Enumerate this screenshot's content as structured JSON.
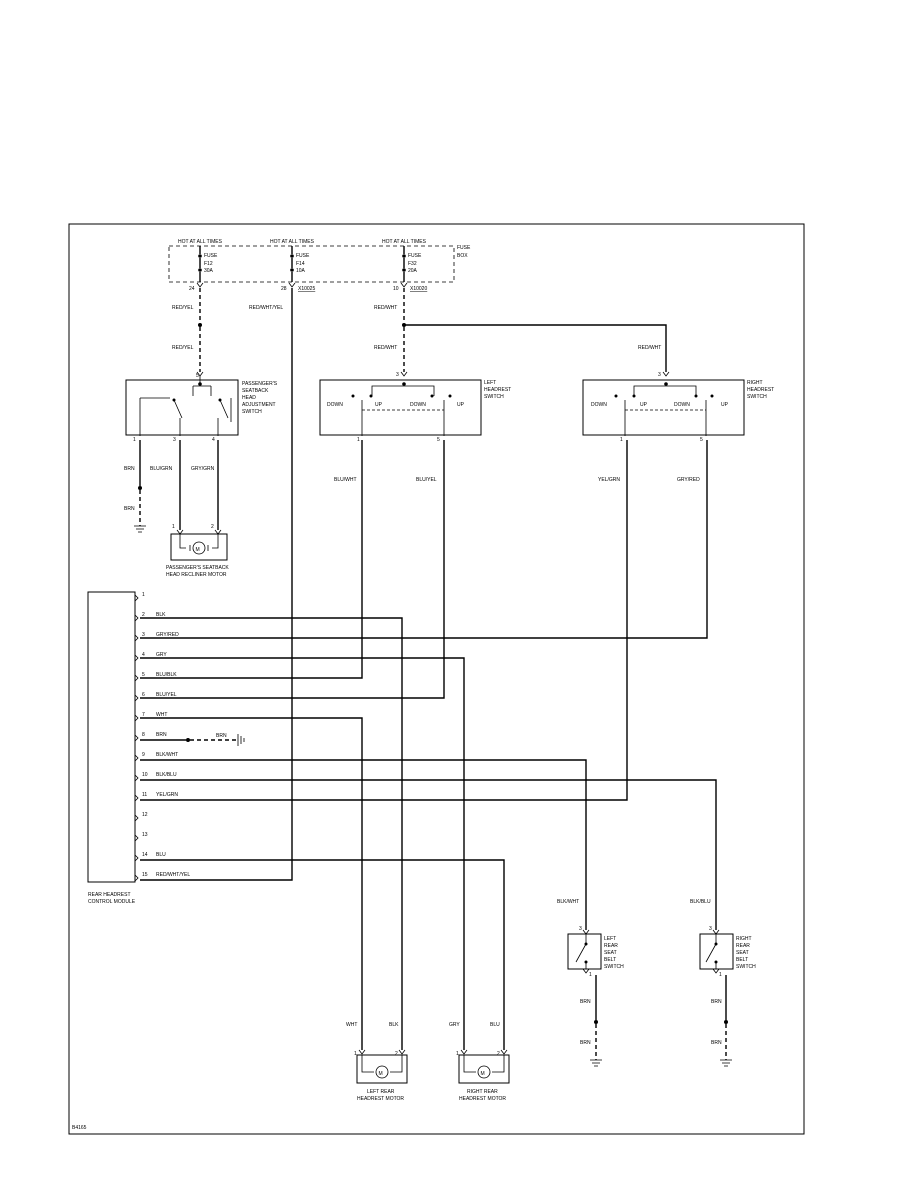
{
  "fuse_box": {
    "label_line1": "FUSE",
    "label_line2": "BOX",
    "hot_labels": [
      "HOT AT ALL TIMES",
      "HOT AT ALL TIMES",
      "HOT AT ALL TIMES"
    ],
    "fuses": [
      {
        "l1": "FUSE",
        "l2": "F12",
        "l3": "30A",
        "pin": "24",
        "conn": ""
      },
      {
        "l1": "FUSE",
        "l2": "F14",
        "l3": "10A",
        "pin": "28",
        "conn": "X10025"
      },
      {
        "l1": "FUSE",
        "l2": "F32",
        "l3": "20A",
        "pin": "10",
        "conn": "X10020"
      }
    ]
  },
  "wires": {
    "red_yel": "RED/YEL",
    "red_wht_yel": "RED/WHT/YEL",
    "red_wht": "RED/WHT",
    "brn": "BRN",
    "blu_grn": "BLU/GRN",
    "gry_grn": "GRY/GRN",
    "blu_wht": "BLU/WHT",
    "blu_yel": "BLU/YEL",
    "yel_grn": "YEL/GRN",
    "gry_red": "GRY/RED",
    "blk_wht": "BLK/WHT",
    "blk_blu": "BLK/BLU",
    "wht": "WHT",
    "blk": "BLK",
    "gry": "GRY",
    "blu": "BLU"
  },
  "passenger_switch": {
    "name": [
      "PASSENGER'S",
      "SEATBACK",
      "HEAD",
      "ADJUSTMENT",
      "SWITCH"
    ],
    "pin_top": "5",
    "pins": [
      "1",
      "3",
      "4"
    ]
  },
  "left_switch": {
    "name": [
      "LEFT",
      "HEADREST",
      "SWITCH"
    ],
    "pin_top": "3",
    "pins": [
      "1",
      "5"
    ],
    "positions": [
      "DOWN",
      "UP",
      "DOWN",
      "UP"
    ]
  },
  "right_switch": {
    "name": [
      "RIGHT",
      "HEADREST",
      "SWITCH"
    ],
    "pin_top": "3",
    "pins": [
      "1",
      "5"
    ],
    "positions": [
      "DOWN",
      "UP",
      "DOWN",
      "UP"
    ]
  },
  "passenger_motor": {
    "name": [
      "PASSENGER'S SEATBACK",
      "HEAD RECLINER MOTOR"
    ],
    "pins": [
      "1",
      "2"
    ],
    "symbol": "M"
  },
  "module": {
    "name": [
      "REAR HEADREST",
      "CONTROL MODULE"
    ],
    "pins": [
      {
        "num": "1",
        "color": ""
      },
      {
        "num": "2",
        "color": "BLK"
      },
      {
        "num": "3",
        "color": "GRY/RED"
      },
      {
        "num": "4",
        "color": "GRY"
      },
      {
        "num": "5",
        "color": "BLU/BLK"
      },
      {
        "num": "6",
        "color": "BLU/YEL"
      },
      {
        "num": "7",
        "color": "WHT"
      },
      {
        "num": "8",
        "color": "BRN"
      },
      {
        "num": "9",
        "color": "BLK/WHT"
      },
      {
        "num": "10",
        "color": "BLK/BLU"
      },
      {
        "num": "11",
        "color": "YEL/GRN"
      },
      {
        "num": "12",
        "color": ""
      },
      {
        "num": "13",
        "color": ""
      },
      {
        "num": "14",
        "color": "BLU"
      },
      {
        "num": "15",
        "color": "RED/WHT/YEL"
      }
    ],
    "ground_label": "BRN"
  },
  "left_belt_switch": {
    "name": [
      "LEFT",
      "REAR",
      "SEAT",
      "BELT",
      "SWITCH"
    ],
    "pin_top": "3",
    "pin_bottom": "1"
  },
  "right_belt_switch": {
    "name": [
      "RIGHT",
      "REAR",
      "SEAT",
      "BELT",
      "SWITCH"
    ],
    "pin_top": "3",
    "pin_bottom": "1"
  },
  "left_rear_motor": {
    "name": [
      "LEFT REAR",
      "HEADREST MOTOR"
    ],
    "pins": [
      "1",
      "2"
    ],
    "symbol": "M"
  },
  "right_rear_motor": {
    "name": [
      "RIGHT REAR",
      "HEADREST MOTOR"
    ],
    "pins": [
      "1",
      "2"
    ],
    "symbol": "M"
  },
  "figure_id": "B4165"
}
